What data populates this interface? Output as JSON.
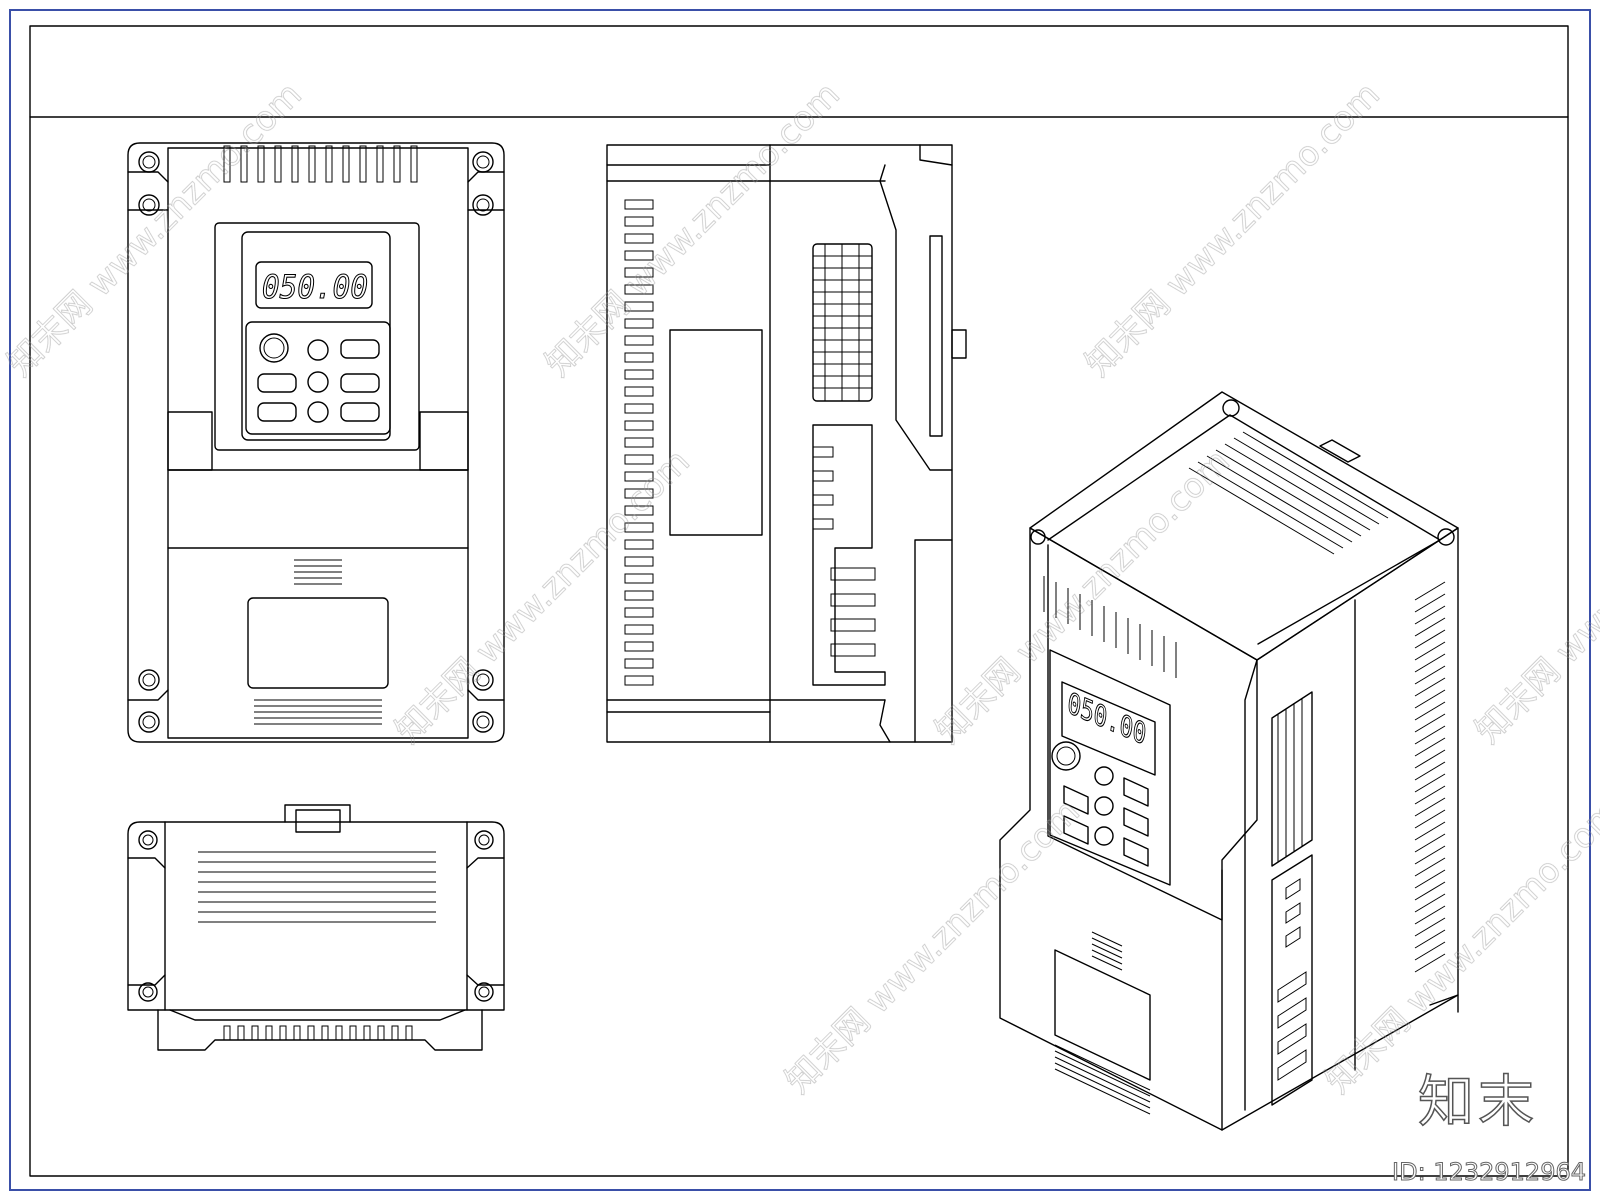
{
  "display": {
    "front_reading": "050.00",
    "iso_reading": "050.00"
  },
  "watermark": {
    "repeat_text": "知末网 www.znzmo.com",
    "brand": "知末",
    "image_id": "ID: 1232912964"
  },
  "colors": {
    "line": "#000000",
    "sheet_border": "#3a4fa8",
    "background": "#ffffff",
    "watermark": "#9a9a9a"
  }
}
